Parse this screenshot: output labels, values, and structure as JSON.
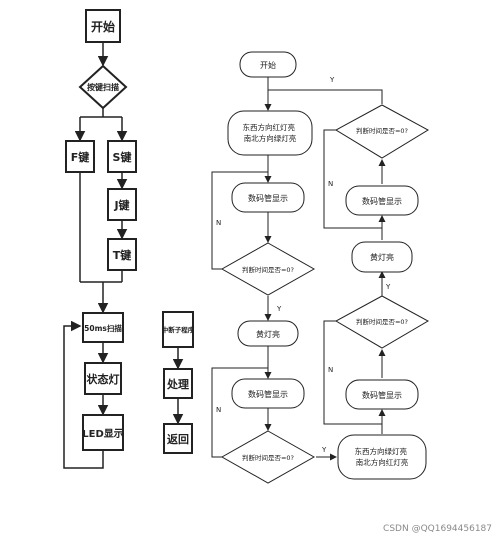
{
  "diagram": {
    "left": {
      "start": "开始",
      "scan_decision": "按键扫描",
      "f_key": "F键",
      "s_key": "S键",
      "j_key": "J键",
      "t_key": "T键",
      "scan_50ms": "50ms扫描",
      "status_light": "状态灯",
      "led_display": "LED显示"
    },
    "interrupt": {
      "title": "中断子程序",
      "process": "处理",
      "return": "返回"
    },
    "right": {
      "start": "开始",
      "ew_green_ns_red": "东西方向红灯亮\n南北方向绿灯亮",
      "digit_display_1": "数码管显示",
      "judge_time_zero_1": "判断时间是否=0?",
      "yellow_1": "黄灯亮",
      "digit_display_2": "数码管显示",
      "judge_time_zero_2": "判断时间是否=0?",
      "ew_green_ns_red_2": "东西方向绿灯亮\n南北方向红灯亮",
      "digit_display_3": "数码管显示",
      "judge_time_zero_3": "判断时间是否=0?",
      "yellow_2": "黄灯亮",
      "digit_display_4": "数码管显示",
      "judge_time_zero_4": "判断时间是否=0?",
      "label_y": "Y",
      "label_n": "N"
    },
    "watermark": "CSDN @QQ1694456187"
  }
}
